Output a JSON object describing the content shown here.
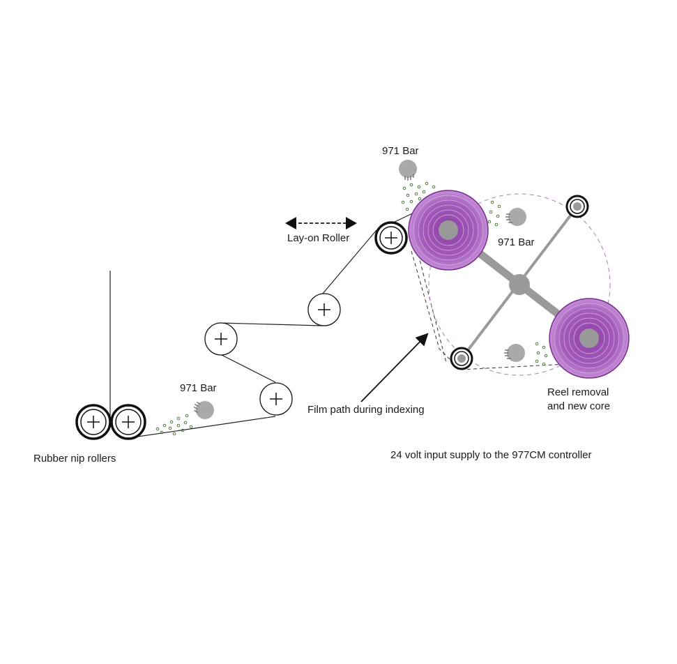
{
  "labels": {
    "bar_top": "971 Bar",
    "bar_right": "971 Bar",
    "bar_left": "971 Bar",
    "lay_on_roller": "Lay-on Roller",
    "film_path": "Film path during indexing",
    "reel_removal_line1": "Reel removal",
    "reel_removal_line2": "and new core",
    "nip_rollers": "Rubber nip rollers",
    "supply_note": "24 volt input supply to the 977CM controller"
  },
  "colors": {
    "reel_purple": "#9b4fb0",
    "reel_light": "#c78fd6",
    "arm_gray": "#9a9a9a",
    "line": "#222222"
  },
  "icons": [
    "ionizing-bar-icon",
    "double-arrow-icon",
    "pointer-arrow-icon"
  ]
}
